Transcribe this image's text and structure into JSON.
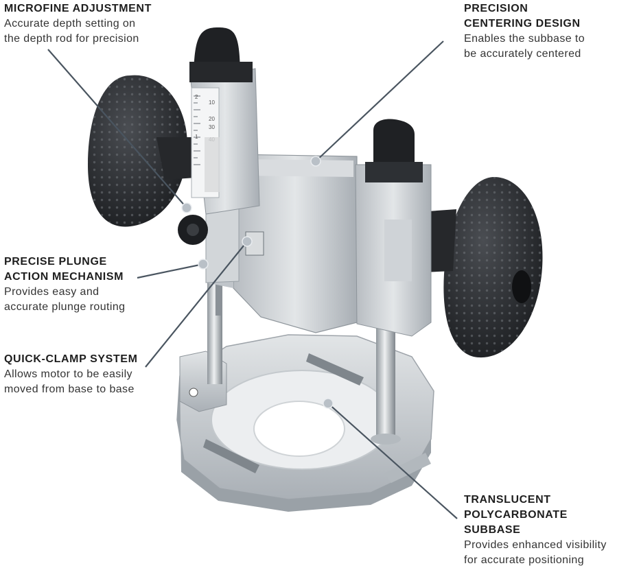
{
  "callouts": {
    "microfine": {
      "title": "MICROFINE ADJUSTMENT",
      "desc_lines": [
        "Accurate depth setting on",
        "the depth rod for precision"
      ]
    },
    "precision": {
      "title_lines": [
        "PRECISION",
        "CENTERING DESIGN"
      ],
      "desc_lines": [
        "Enables the subbase to",
        "be accurately centered"
      ]
    },
    "plunge": {
      "title_lines": [
        "PRECISE PLUNGE",
        "ACTION MECHANISM"
      ],
      "desc_lines": [
        "Provides easy and",
        "accurate plunge routing"
      ]
    },
    "clamp": {
      "title": "QUICK-CLAMP SYSTEM",
      "desc_lines": [
        "Allows motor to be easily",
        "moved from base to base"
      ]
    },
    "subbase": {
      "title_lines": [
        "TRANSLUCENT",
        "POLYCARBONATE SUBBASE"
      ],
      "desc_lines": [
        "Provides enhanced visibility",
        "for accurate positioning"
      ]
    }
  },
  "colors": {
    "leader_line": "#4a5560",
    "leader_dot": "#b9c0c7",
    "handle": "#2b2d30",
    "aluminum": "#c9cdd1",
    "aluminum_dark": "#9aa0a6",
    "knob": "#1f2124"
  },
  "scale_marks": [
    "2",
    "10",
    "20",
    "40",
    "1",
    "30"
  ]
}
